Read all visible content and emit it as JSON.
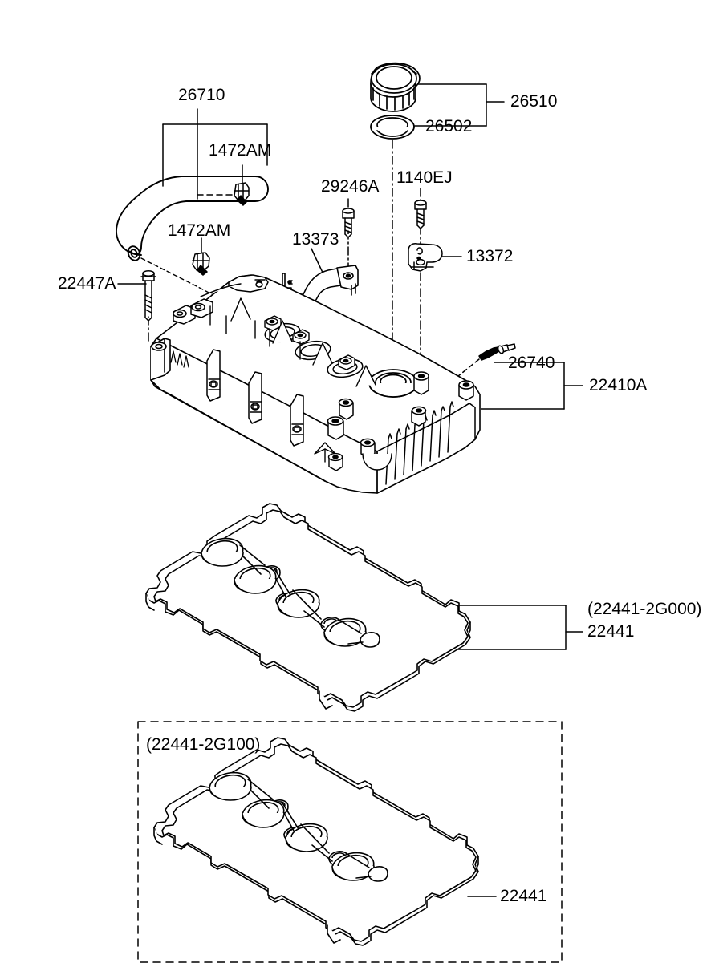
{
  "diagram": {
    "title": "Engine Cylinder Head Cover (Rocker Cover) Parts Diagram",
    "type": "exploded-parts-illustration",
    "background_color": "#ffffff",
    "line_color": "#000000"
  },
  "callouts": {
    "hose_26710": "26710",
    "clamp_upper_1472am": "1472AM",
    "clamp_lower_1472am": "1472AM",
    "bolt_22447a": "22447A",
    "bracket_13373": "13373",
    "bolt_29246a": "29246A",
    "bolt_1140ej": "1140EJ",
    "clamp_13372": "13372",
    "oil_cap_assembly_26510": "26510",
    "oil_cap_gasket_26502": "26502",
    "sensor_26740": "26740",
    "cover_assembly_22410a": "22410A",
    "gasket_mid_partno": "(22441-2G000)",
    "gasket_mid_22441": "22441",
    "gasket_alt_partno": "(22441-2G100)",
    "gasket_alt_22441": "22441"
  },
  "groups": {
    "oil_cap_group_members": [
      "26510",
      "26502"
    ],
    "cover_group_members": [
      "22410A",
      "26740"
    ],
    "gasket_group_members": [
      "(22441-2G000)",
      "22441"
    ],
    "alt_gasket_box_members": [
      "(22441-2G100)",
      "22441"
    ]
  },
  "parts": [
    {
      "number": "26710",
      "name": "pcv-breather-hose"
    },
    {
      "number": "1472AM",
      "name": "hose-clamp"
    },
    {
      "number": "22447A",
      "name": "cover-bolt"
    },
    {
      "number": "13373",
      "name": "wiring-bracket"
    },
    {
      "number": "29246A",
      "name": "bracket-bolt"
    },
    {
      "number": "1140EJ",
      "name": "clamp-bolt"
    },
    {
      "number": "13372",
      "name": "cable-clamp"
    },
    {
      "number": "26510",
      "name": "oil-filler-cap-assembly"
    },
    {
      "number": "26502",
      "name": "oil-filler-cap-gasket"
    },
    {
      "number": "26740",
      "name": "oil-pressure-switch"
    },
    {
      "number": "22410A",
      "name": "cylinder-head-cover"
    },
    {
      "number": "22441",
      "name": "cylinder-head-cover-gasket"
    }
  ]
}
